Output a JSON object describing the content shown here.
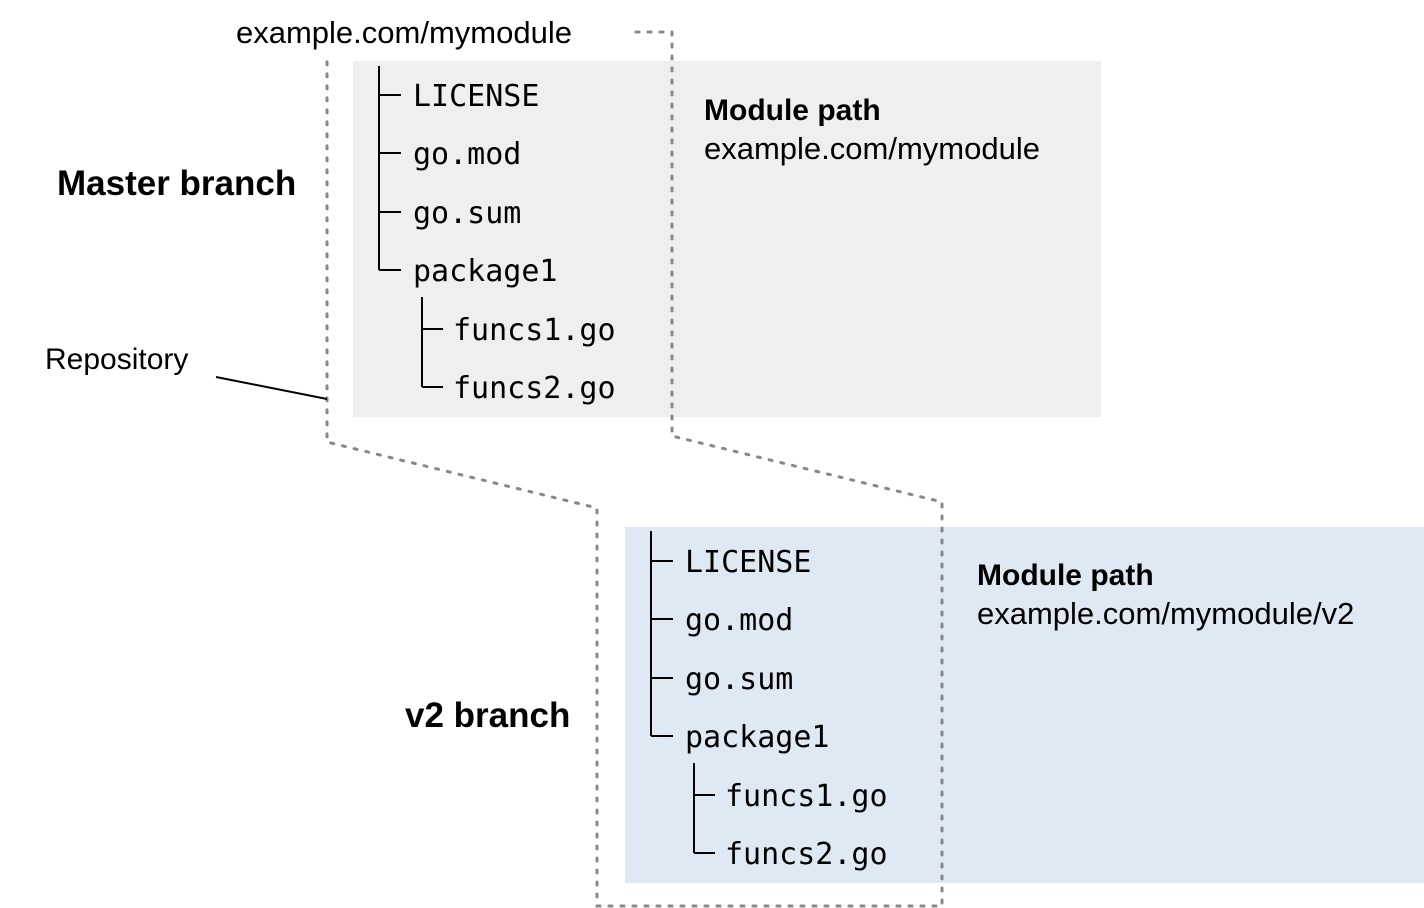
{
  "repo_url": "example.com/mymodule",
  "repository_label": "Repository",
  "colors": {
    "master_panel": "#efefef",
    "v2_panel": "#dfe9f3",
    "dotted_line": "#888888",
    "tree_line": "#000000"
  },
  "branches": [
    {
      "key": "master",
      "label": "Master branch",
      "module_path_heading": "Module path",
      "module_path": "example.com/mymodule",
      "files": [
        "LICENSE",
        "go.mod",
        "go.sum",
        "package1"
      ],
      "package_files": [
        "funcs1.go",
        "funcs2.go"
      ]
    },
    {
      "key": "v2",
      "label": "v2 branch",
      "module_path_heading": "Module path",
      "module_path": "example.com/mymodule/v2",
      "files": [
        "LICENSE",
        "go.mod",
        "go.sum",
        "package1"
      ],
      "package_files": [
        "funcs1.go",
        "funcs2.go"
      ]
    }
  ]
}
